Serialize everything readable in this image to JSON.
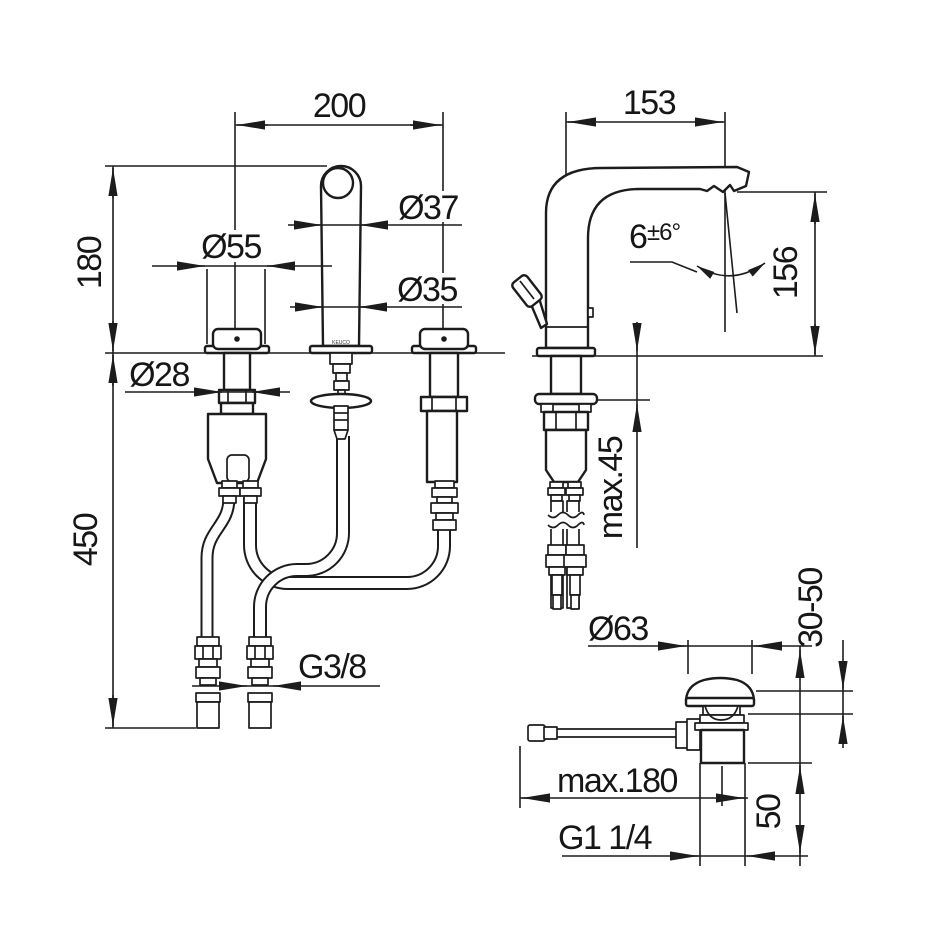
{
  "drawing": {
    "type": "technical-dimension-drawing",
    "subject": "three-hole basin mixer tap with pop-up waste",
    "line_color": "#1c1c1c",
    "background": "#ffffff"
  },
  "views": {
    "front": {
      "dims": {
        "spacing": "200",
        "height_above_deck": "180",
        "handle_diameter": "Ø55",
        "spout_upper_diameter": "Ø37",
        "spout_diameter": "Ø35",
        "shank_diameter": "Ø28",
        "height_below_deck": "450",
        "supply_thread": "G3/8"
      },
      "brand_mark": "KEUCO"
    },
    "side": {
      "dims": {
        "spout_reach": "153",
        "spout_outlet_height": "156",
        "outlet_angle": "6",
        "outlet_angle_tolerance": "±6°",
        "max_mounting_thickness": "max.45"
      }
    },
    "drain": {
      "dims": {
        "plug_diameter": "Ø63",
        "mounting_thickness_range": "30-50",
        "pull_rod_reach": "max.180",
        "waste_thread": "G1 1/4",
        "tailpiece_length": "50"
      }
    }
  }
}
